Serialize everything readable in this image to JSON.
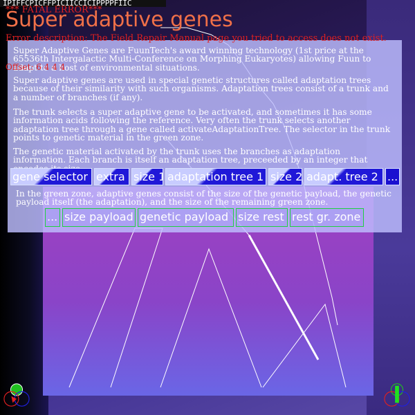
{
  "header": {
    "glyphs": "IPIFFCPICFFPICIICCICIPPPPFIIC",
    "fatal": "*** FATAL ERROR***",
    "title": "Super adaptive genes",
    "error": "Error description: The Field Repair Manual page you tried to access does not exist.",
    "offset": "Offset: 6 4 4 4"
  },
  "card": {
    "p1": "Super Adaptive Genes are FuunTech's award winning technology (1st price at the 65536th Intergalactic Multi-Conference on Morphing Eukaryotes) allowing Fuun to adapt to a host of environmental situations.",
    "p2": "Super adaptive genes are used in special genetic structures called adaptation trees because of their similarity with such organisms. Adaptation trees consist of a trunk and a number of branches (if any).",
    "p3": "The trunk selects a super adaptive gene to be activated, and sometimes it has some information acids following the reference. Very often the trunk selects another adaptation tree through a gene called activateAdaptationTree. The selector in the trunk points to genetic material in the green zone.",
    "p4": "The genetic material activated by the trunk uses the branches as adaptation information. Each branch is itself an adaptation tree, preceeded by an integer that encodes its size.",
    "p5": "In the green zone, adaptive genes consist of the size of the genetic payload, the genetic payload itself (the adaptation), and the size of the remaining green zone."
  },
  "row1": [
    "gene selector",
    "extra",
    "size 1",
    "adaptation tree 1",
    "size 2",
    "adapt. tree 2",
    "..."
  ],
  "row2": [
    "...",
    "size payload",
    "genetic payload",
    "size rest",
    "rest gr. zone"
  ],
  "colors": {
    "title": "#f07048",
    "error": "#e02020",
    "card": "#bebeff",
    "blue_box": "#1a10d0",
    "green_border": "#20d040"
  },
  "icons": [
    "color-wheel-icon-left",
    "color-wheel-icon-right"
  ]
}
